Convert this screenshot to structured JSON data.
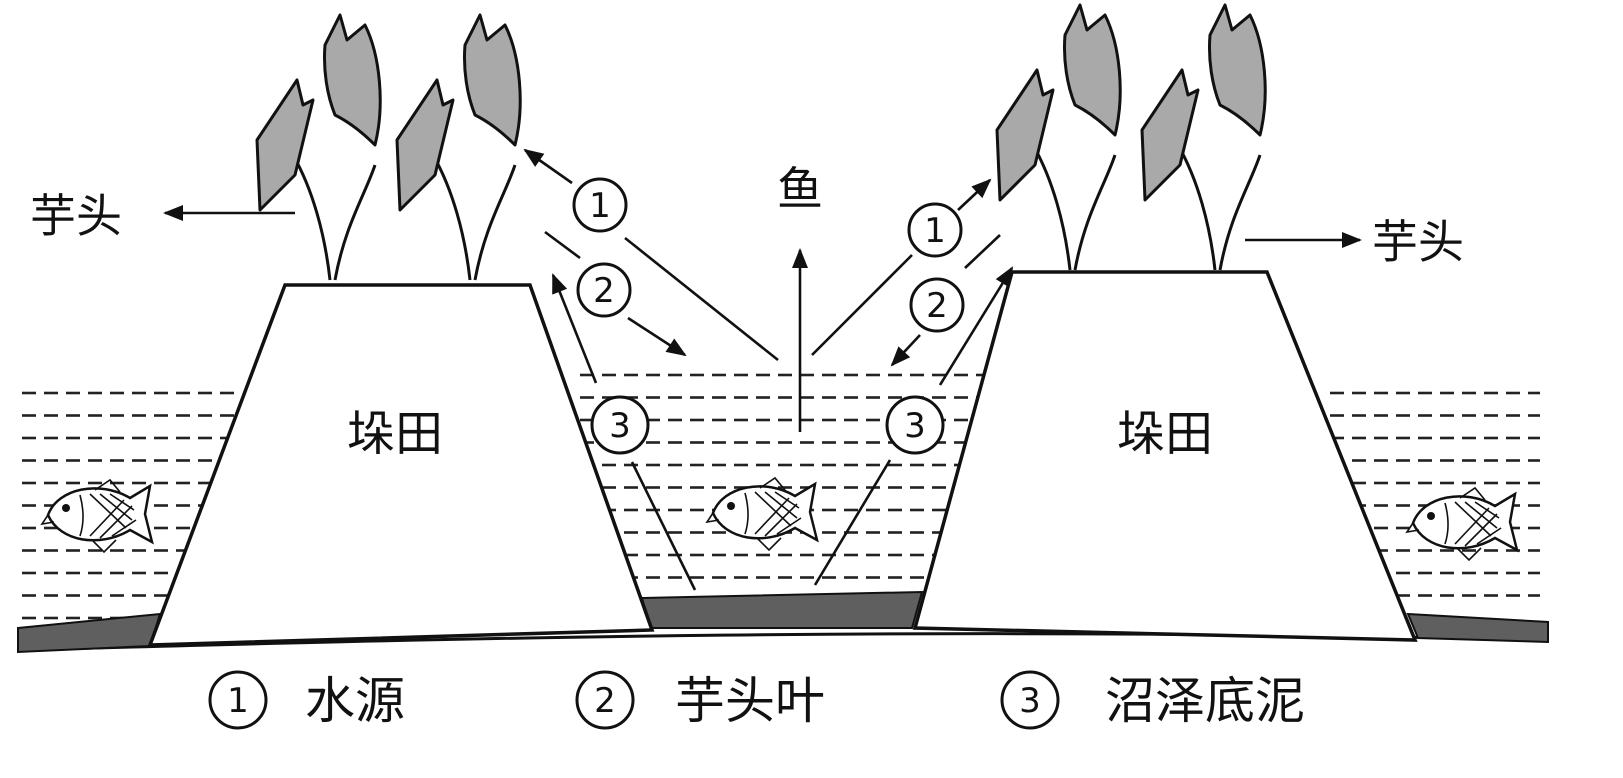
{
  "labels": {
    "taro": "芋头",
    "fish": "鱼",
    "field": "垛田"
  },
  "markers": {
    "one": "1",
    "two": "2",
    "three": "3"
  },
  "legend": [
    {
      "num": "1",
      "text": "水源"
    },
    {
      "num": "2",
      "text": "芋头叶"
    },
    {
      "num": "3",
      "text": "沼泽底泥"
    }
  ],
  "colors": {
    "leaf": "#a9a9a9",
    "mud": "#5f5f5f",
    "line": "#111111"
  },
  "icons": [
    "taro-plant-icon",
    "fish-icon",
    "arrow-icon"
  ]
}
